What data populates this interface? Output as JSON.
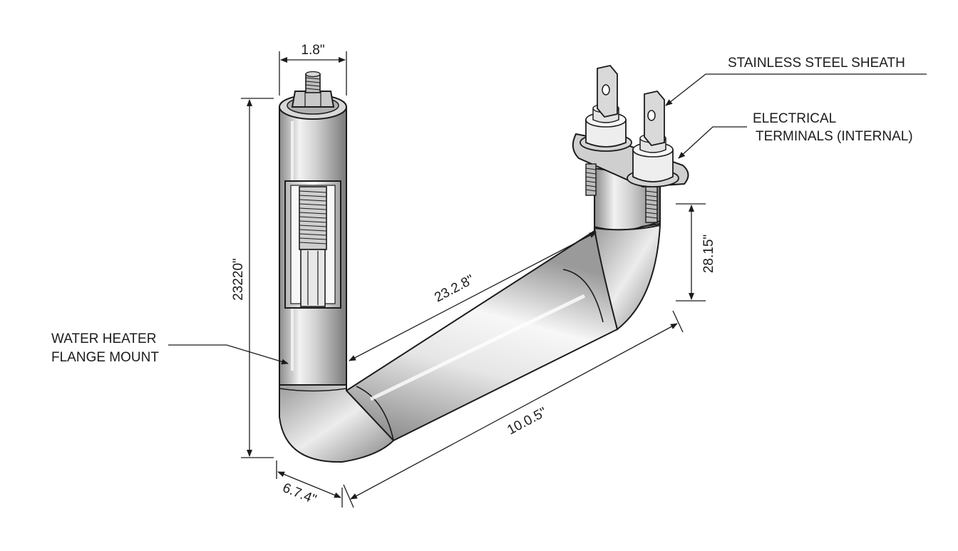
{
  "callouts": {
    "sheath": "STAINLESS STEEL SHEATH",
    "terminals_line1": "ELECTRICAL",
    "terminals_line2": "TERMINALS (INTERNAL)",
    "flange_line1": "WATER HEATER",
    "flange_line2": "FLANGE MOUNT"
  },
  "dimensions": {
    "top_diameter": "1.8\"",
    "left_height": "23220\"",
    "diagonal_inner": "23.2.8\"",
    "right_height": "28.15\"",
    "bottom_length": "10.0.5\"",
    "bottom_width": "6.7.4\""
  },
  "colors": {
    "line": "#1c1c1c",
    "metal_light": "#f4f4f4",
    "metal_mid": "#c8c8c8",
    "metal_dark": "#7d7d7d"
  },
  "icons": [
    "hex-nut-icon",
    "threaded-stud-icon",
    "spade-terminal-icon",
    "insulator-icon"
  ]
}
